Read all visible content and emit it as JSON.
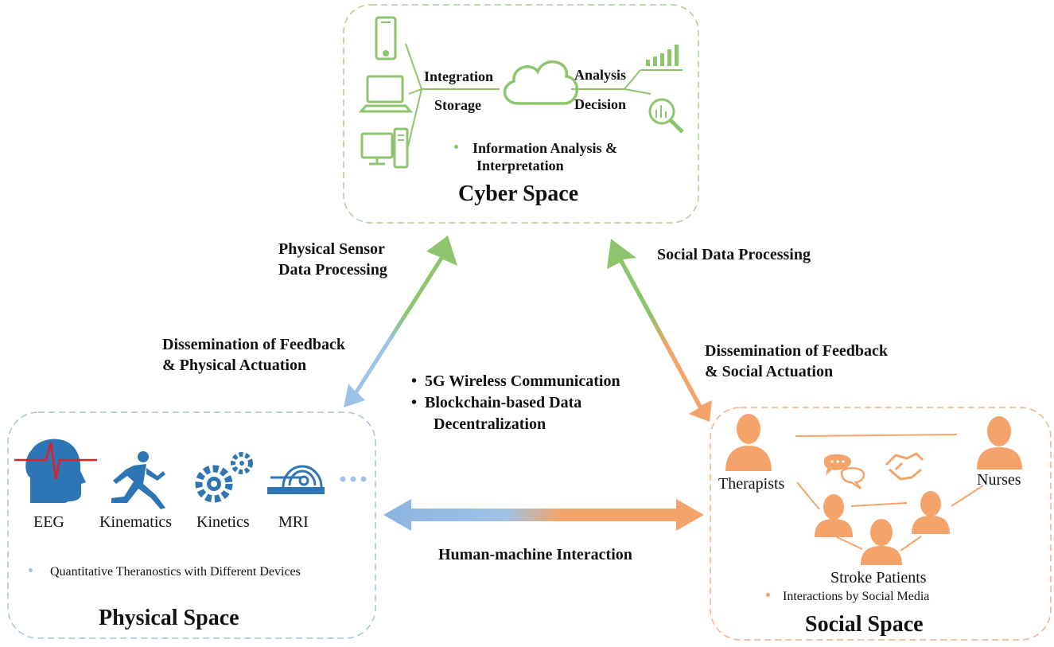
{
  "cyber": {
    "title": "Cyber Space",
    "integration": "Integration",
    "storage": "Storage",
    "analysis": "Analysis",
    "decision": "Decision",
    "bullet": "Information Analysis & Interpretation",
    "bullet_line1": "Information Analysis &",
    "bullet_line2": "Interpretation",
    "color": "#8dc56c"
  },
  "physical": {
    "title": "Physical Space",
    "items": [
      "EEG",
      "Kinematics",
      "Kinetics",
      "MRI"
    ],
    "bullet": "Quantitative Theranostics with Different Devices",
    "color": "#2e75b6"
  },
  "social": {
    "title": "Social Space",
    "therapists": "Therapists",
    "nurses": "Nurses",
    "patients": "Stroke Patients",
    "bullet": "Interactions by Social Media",
    "color": "#f4a46a"
  },
  "arrows": {
    "physical_sensor_line1": "Physical Sensor",
    "physical_sensor_line2": "Data Processing",
    "social_data": "Social Data Processing",
    "dissem_physical_line1": "Dissemination of Feedback",
    "dissem_physical_line2": "& Physical Actuation",
    "dissem_social_line1": "Dissemination of Feedback",
    "dissem_social_line2": "& Social Actuation",
    "hmi": "Human-machine Interaction"
  },
  "center": {
    "bullets": [
      "5G Wireless Communication",
      "Blockchain-based Data",
      "Decentralization"
    ]
  }
}
